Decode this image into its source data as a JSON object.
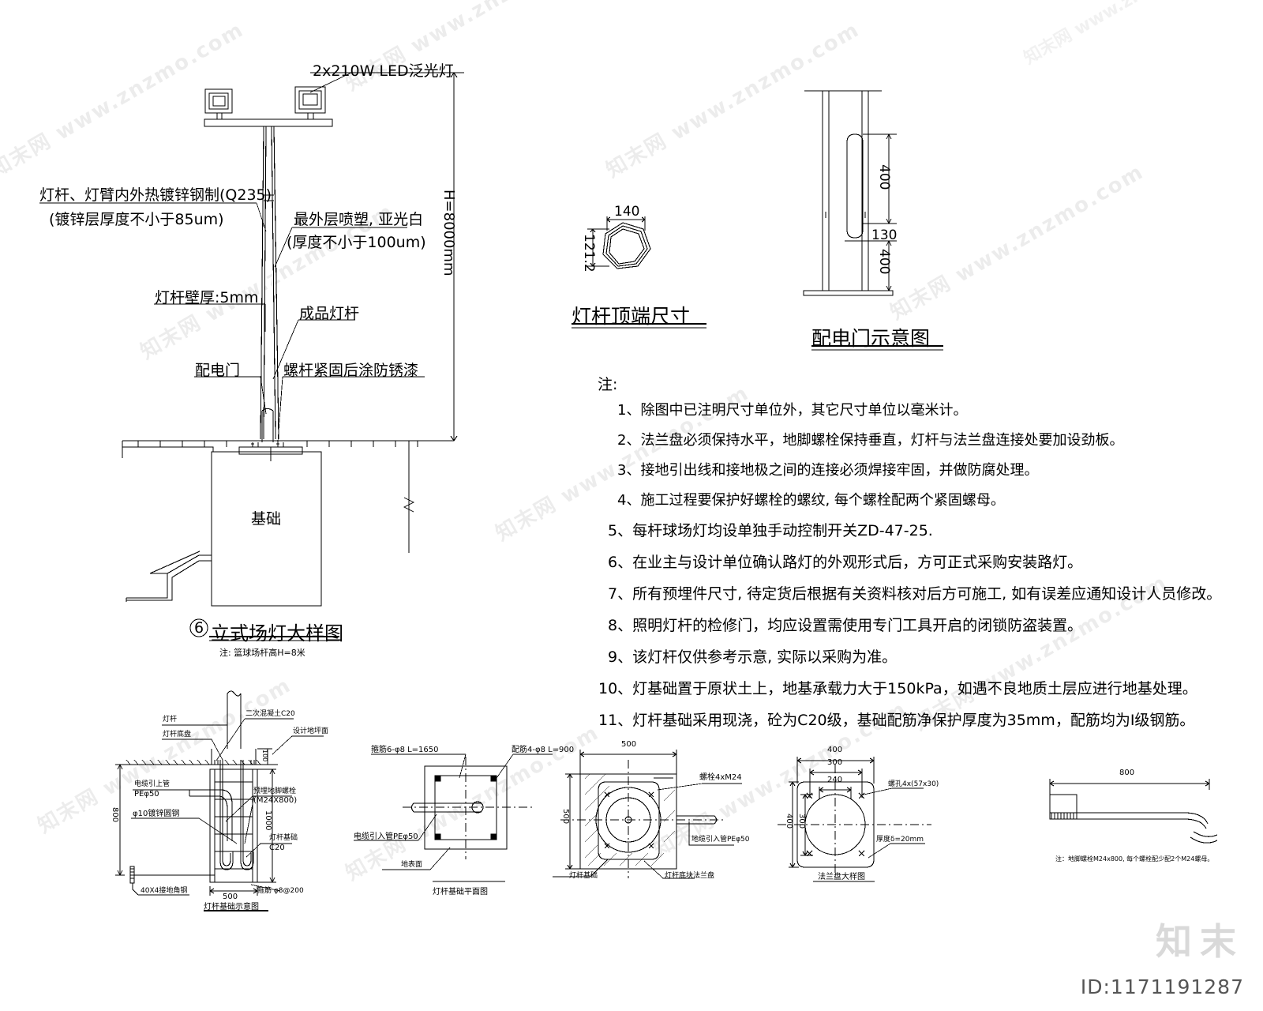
{
  "sheet": {
    "title_main": "立式场灯大样图",
    "title_number": "6",
    "title_note": "注: 篮球场杆高H=8米",
    "watermark": "知末网 www.znzmo.com",
    "brand": "知末",
    "id_label": "ID:1171191287"
  },
  "elevation": {
    "lamp_label": "2x210W LED泛光灯",
    "pole_material_line1": "灯杆、灯臂内外热镀锌钢制(Q235)",
    "pole_material_line2": "(镀锌层厚度不小于85um)",
    "coating_line1": "最外层喷塑, 亚光白",
    "coating_line2": "(厚度不小于100um)",
    "wall_thickness": "灯杆壁厚:5mm",
    "finished_pole": "成品灯杆",
    "distribution_door": "配电门",
    "bolt_paint": "螺杆紧固后涂防锈漆",
    "foundation": "基础",
    "height_dim": "H=8000mm"
  },
  "top_section": {
    "caption": "灯杆顶端尺寸",
    "dim_width": "140",
    "dim_height": "121.2"
  },
  "door_detail": {
    "caption": "配电门示意图",
    "dim_upper": "400",
    "dim_mid": "130",
    "dim_lower": "400"
  },
  "notes": {
    "heading": "注:",
    "items": [
      "1、除图中已注明尺寸单位外，其它尺寸单位以毫米计。",
      "2、法兰盘必须保持水平，地脚螺栓保持垂直，灯杆与法兰盘连接处要加设劲板。",
      "3、接地引出线和接地极之间的连接必须焊接牢固，并做防腐处理。",
      "4、施工过程要保护好螺栓的螺纹, 每个螺栓配两个紧固螺母。",
      "5、每杆球场灯均设单独手动控制开关ZD-47-25.",
      "6、在业主与设计单位确认路灯的外观形式后，方可正式采购安装路灯。",
      "7、所有预埋件尺寸, 待定货后根据有关资料核对后方可施工, 如有误差应通知设计人员修改。",
      "8、照明灯杆的检修门，均应设置需使用专门工具开启的闭锁防盗装置。",
      "9、该灯杆仅供参考示意, 实际以采购为准。",
      "10、灯基础置于原状土上，地基承载力大于150kPa，如遇不良地质土层应进行地基处理。",
      "11、灯杆基础采用现浇，砼为C20级，基础配筋净保护厚度为35mm，配筋均为I级钢筋。"
    ]
  },
  "detail_foundation_section": {
    "caption": "灯杆基础示意图",
    "label_pole": "灯杆",
    "label_base_plate": "灯杆底盘",
    "label_concrete2": "二次混凝土C20",
    "label_ground": "设计地坪面",
    "label_conduit_l1": "电缆引上管",
    "label_conduit_l2": "PEφ50",
    "label_round_steel": "φ10镀锌圆钢",
    "label_ground_angle": "40X4接地角钢",
    "label_anchor_l1": "预埋地脚螺栓",
    "label_anchor_l2": "(M24X800)",
    "label_base_l1": "灯杆基础",
    "label_base_l2": "C20",
    "label_stirrup": "箍筋 φ8@200",
    "dim_800": "800",
    "dim_1000": "1000",
    "dim_100": "100",
    "dim_500": "500"
  },
  "detail_foundation_plan": {
    "caption": "灯杆基础平面图",
    "label_stirrup": "箍筋6-φ8 L=1650",
    "label_rebar": "配筋4-φ8 L=900",
    "label_conduit": "电缆引入管PEφ50",
    "label_surface": "地表面"
  },
  "detail_base_plan": {
    "caption": "灯杆基础",
    "caption2": "灯杆底块法兰盘",
    "dim_width": "500",
    "dim_height": "500",
    "label_bolts": "螺栓4xM24",
    "label_conduit": "地缆引入管PEφ50"
  },
  "detail_flange": {
    "caption": "法兰盘大样图",
    "dim_400_top": "400",
    "dim_300_top": "300",
    "dim_240": "240",
    "dim_400_left": "400",
    "dim_300_left": "300",
    "label_holes": "螺孔4x(57x30)",
    "label_thickness": "厚度δ=20mm"
  },
  "detail_anchor_bolt": {
    "dim_length": "800",
    "note": "注：地脚螺栓M24x800, 每个螺栓配少配2个M24螺母。"
  }
}
